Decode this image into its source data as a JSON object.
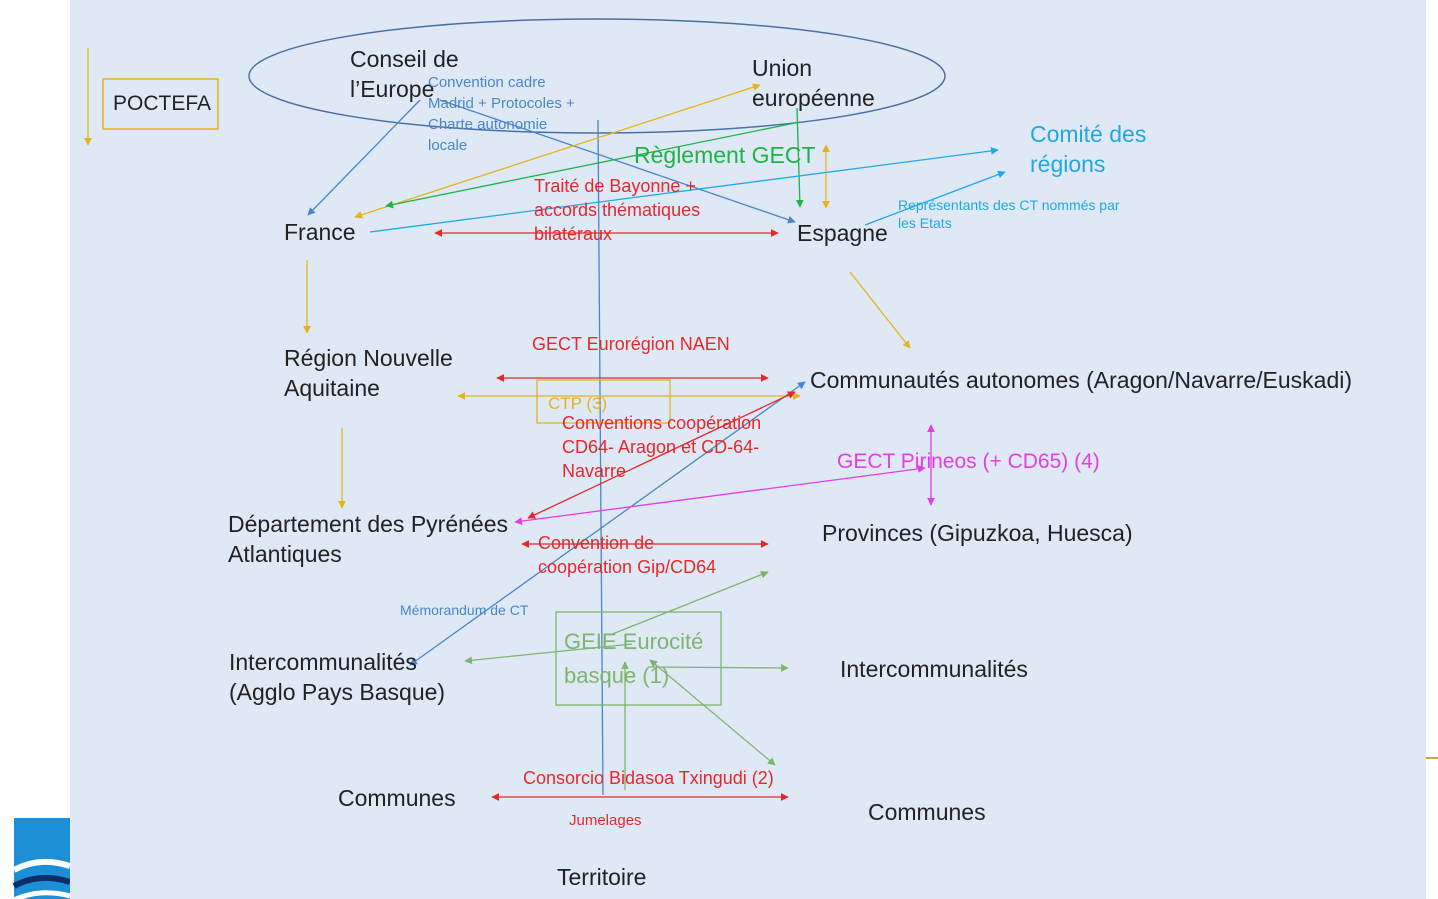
{
  "entities": {
    "poctefa": "POCTEFA",
    "conseil_europe": "Conseil de\nl’Europe",
    "union_europeenne": "Union\neuropéenne",
    "comite_regions": "Comité des\nrégions",
    "france": "France",
    "espagne": "Espagne",
    "region_nouvelle_aquitaine": "Région Nouvelle\nAquitaine",
    "communautes_autonomes": "Communautés autonomes (Aragon/Navarre/Euskadi)",
    "departement_pyrenees": "Département des Pyrénées\nAtlantiques",
    "provinces": "Provinces (Gipuzkoa, Huesca)",
    "intercommunalites_fr": "Intercommunalités\n(Agglo Pays Basque)",
    "intercommunalites_es": "Intercommunalités",
    "communes_fr": "Communes",
    "communes_es": "Communes",
    "territoire": "Territoire"
  },
  "relations": {
    "convention_cadre": "Convention cadre\nMadrid + Protocoles +\nCharte autonomie\nlocale",
    "reglement_gect": "Règlement GECT",
    "traite_bayonne": "Traité de Bayonne +\naccords thématiques\nbilatéraux",
    "representants_ct": "Représentants des CT nommés  par\nles Etats",
    "gect_euroregion": "GECT Eurorégion NAEN",
    "ctp": "CTP (3)",
    "conventions_cooperation": "Conventions coopération\nCD64- Aragon et CD-64-\nNavarre",
    "gect_pirineos": "GECT Pirineos (+ CD65) (4)",
    "convention_gip": "Convention de\ncoopération Gip/CD64",
    "memorandum_ct": "Mémorandum  de CT",
    "gie_eurocite": "GEIE Eurocité\nbasque (1)",
    "consorcio_bidasoa": "Consorcio Bidasoa Txingudi (2)",
    "jumelages": "Jumelages"
  },
  "colors": {
    "background": "#dfe9f5",
    "text": "#222222",
    "blue": "#4a86c8",
    "red": "#e8272b",
    "green": "#1fb24a",
    "cyan": "#21a7e6",
    "magenta": "#e53de5",
    "yellow": "#e6b21e",
    "light_green": "#7fb46d",
    "logo_blue": "#1c8fd6"
  }
}
